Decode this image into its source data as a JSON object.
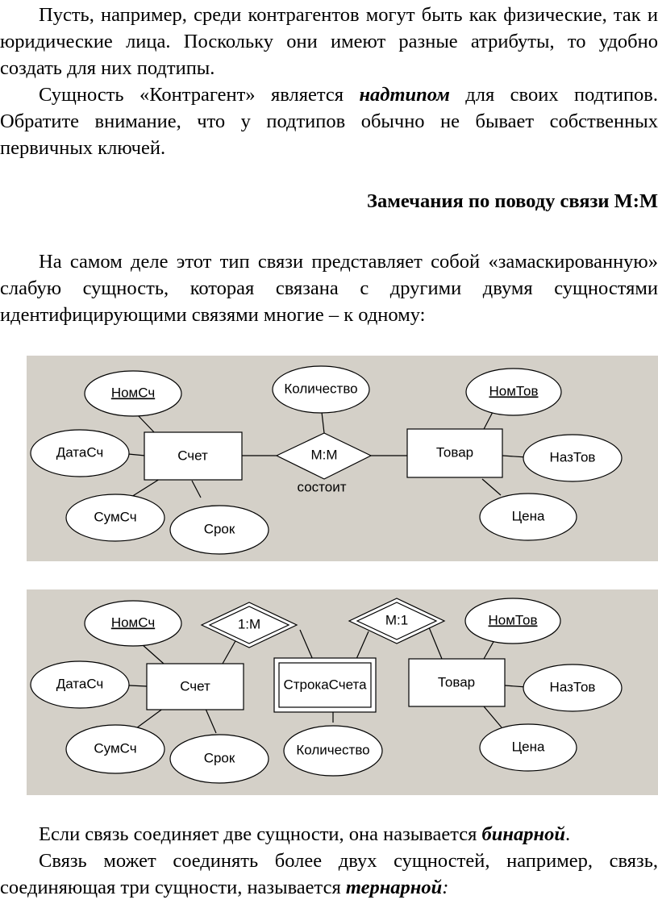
{
  "intro": {
    "p1": "Пусть, например, среди контрагентов могут быть как физические, так и юридические лица.  Поскольку они имеют разные атрибуты, то удобно создать для них подтипы.",
    "p2_before": "Сущность «Контрагент» является ",
    "p2_emph": "надтипом",
    "p2_after": " для своих подтипов. Обратите внимание, что у подтипов обычно не бывает собственных первичных ключей."
  },
  "heading": "Замечания по поводу связи M:M",
  "para_mm": "На самом деле этот тип связи представляет собой «замаскированную» слабую сущность, которая связана с другими двумя сущностями идентифицирующими связями многие – к одному:",
  "diagram1": {
    "entity_left": "Счет",
    "entity_right": "Товар",
    "relationship": "M:M",
    "relationship_name": "состоит",
    "attr_nomsch": "НомСч",
    "attr_datasch": "ДатаСч",
    "attr_sumsch": "СумСч",
    "attr_srok": "Срок",
    "attr_kolichestvo": "Количество",
    "attr_nomtov": "НомТов",
    "attr_naztov": "НазТов",
    "attr_cena": "Цена"
  },
  "diagram2": {
    "entity_left": "Счет",
    "weak_entity": "СтрокаСчета",
    "entity_right": "Товар",
    "rel_left": "1:M",
    "rel_right": "M:1",
    "attr_nomsch": "НомСч",
    "attr_datasch": "ДатаСч",
    "attr_sumsch": "СумСч",
    "attr_srok": "Срок",
    "attr_kolichestvo": "Количество",
    "attr_nomtov": "НомТов",
    "attr_naztov": "НазТов",
    "attr_cena": "Цена"
  },
  "outro": {
    "p1_before": "Если связь соединяет две сущности, она называется ",
    "p1_emph": "бинарной",
    "p1_after": ".",
    "p2_before": "Связь может соединять более двух сущностей, например, связь, соединяющая три сущности, называется ",
    "p2_emph": "тернарной",
    "p2_after": ":"
  }
}
